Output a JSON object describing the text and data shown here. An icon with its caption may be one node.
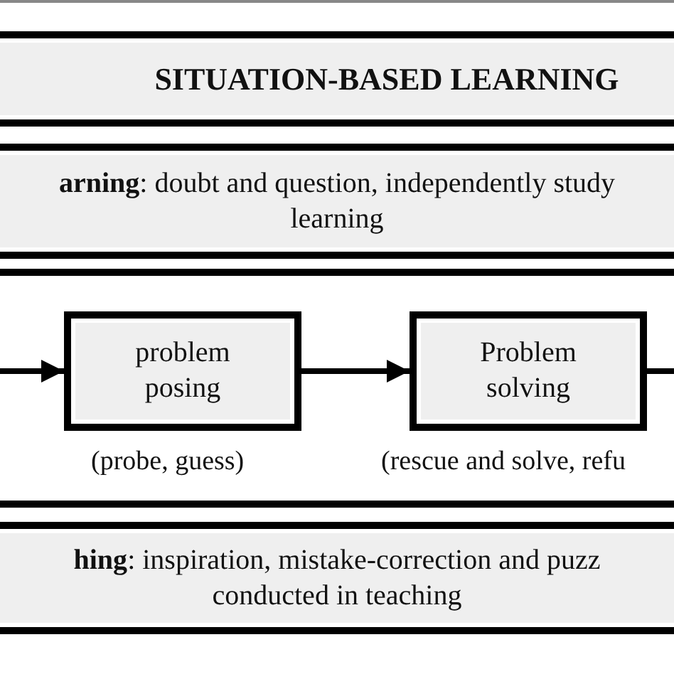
{
  "diagram": {
    "nodes": [
      {
        "text": [
          "SITUATION-BASED LEARNING"
        ]
      },
      {
        "text": [
          "**arning**: doubt and question, independently study learning"
        ]
      },
      {
        "text": [],
        "shape": "band"
      },
      {
        "text": [
          "problem posing"
        ],
        "in": 2,
        "beside": [
          "(probe, guess)"
        ]
      },
      {
        "text": [
          "Problem solving"
        ],
        "in": 2,
        "beside": [
          "(rescue and solve, refu"
        ]
      },
      {
        "text": [
          "**hing**: inspiration, mistake-correction and puzz conducted in teaching"
        ]
      }
    ],
    "edges": [
      {
        "from": null,
        "to": 3,
        "arrow": "to"
      },
      {
        "from": 3,
        "to": 4,
        "arrow": "to"
      },
      {
        "from": 4,
        "to": null,
        "arrow": "none"
      }
    ]
  }
}
